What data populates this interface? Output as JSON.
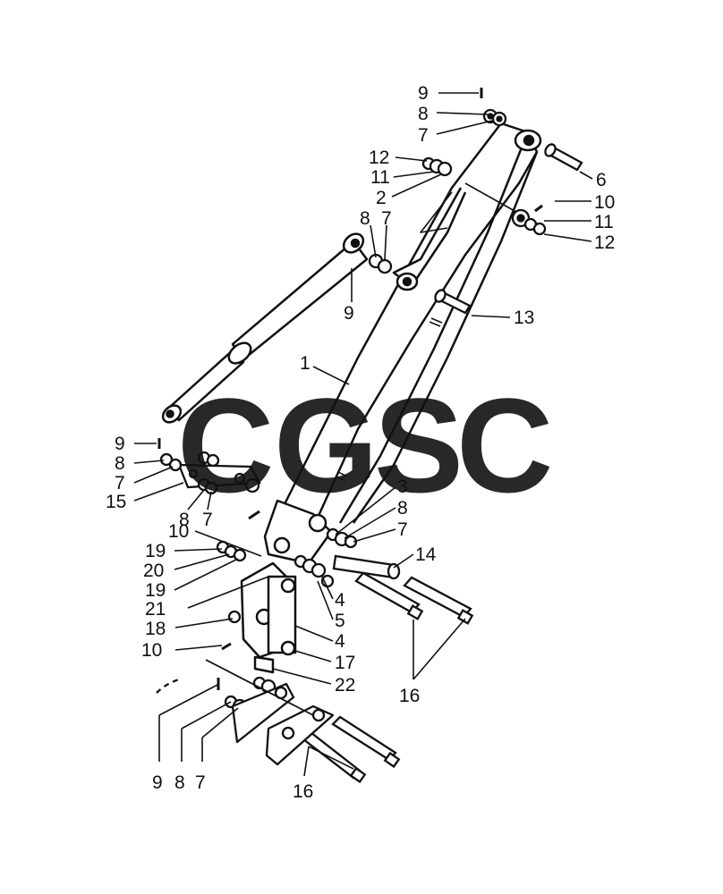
{
  "watermark": {
    "letters": [
      {
        "char": "C",
        "color": "#6fa6f0"
      },
      {
        "char": "G",
        "color": "#ee8a82"
      },
      {
        "char": "S",
        "color": "#f5d977"
      },
      {
        "char": "C",
        "color": "#79be9c"
      }
    ]
  },
  "callouts": {
    "c1": "1",
    "c2": "2",
    "c3": "3",
    "c4a": "4",
    "c4b": "4",
    "c5": "5",
    "c6": "6",
    "c7a": "7",
    "c7b": "7",
    "c7c": "7",
    "c7d": "7",
    "c7e": "7",
    "c7f": "7",
    "c8a": "8",
    "c8b": "8",
    "c8c": "8",
    "c8d": "8",
    "c8e": "8",
    "c8f": "8",
    "c9a": "9",
    "c9b": "9",
    "c9c": "9",
    "c9d": "9",
    "c10a": "10",
    "c10b": "10",
    "c10c": "10",
    "c11a": "11",
    "c11b": "11",
    "c12a": "12",
    "c12b": "12",
    "c13": "13",
    "c14": "14",
    "c15": "15",
    "c16a": "16",
    "c16b": "16",
    "c17": "17",
    "c18": "18",
    "c19a": "19",
    "c19b": "19",
    "c20": "20",
    "c21": "21",
    "c22": "22"
  }
}
